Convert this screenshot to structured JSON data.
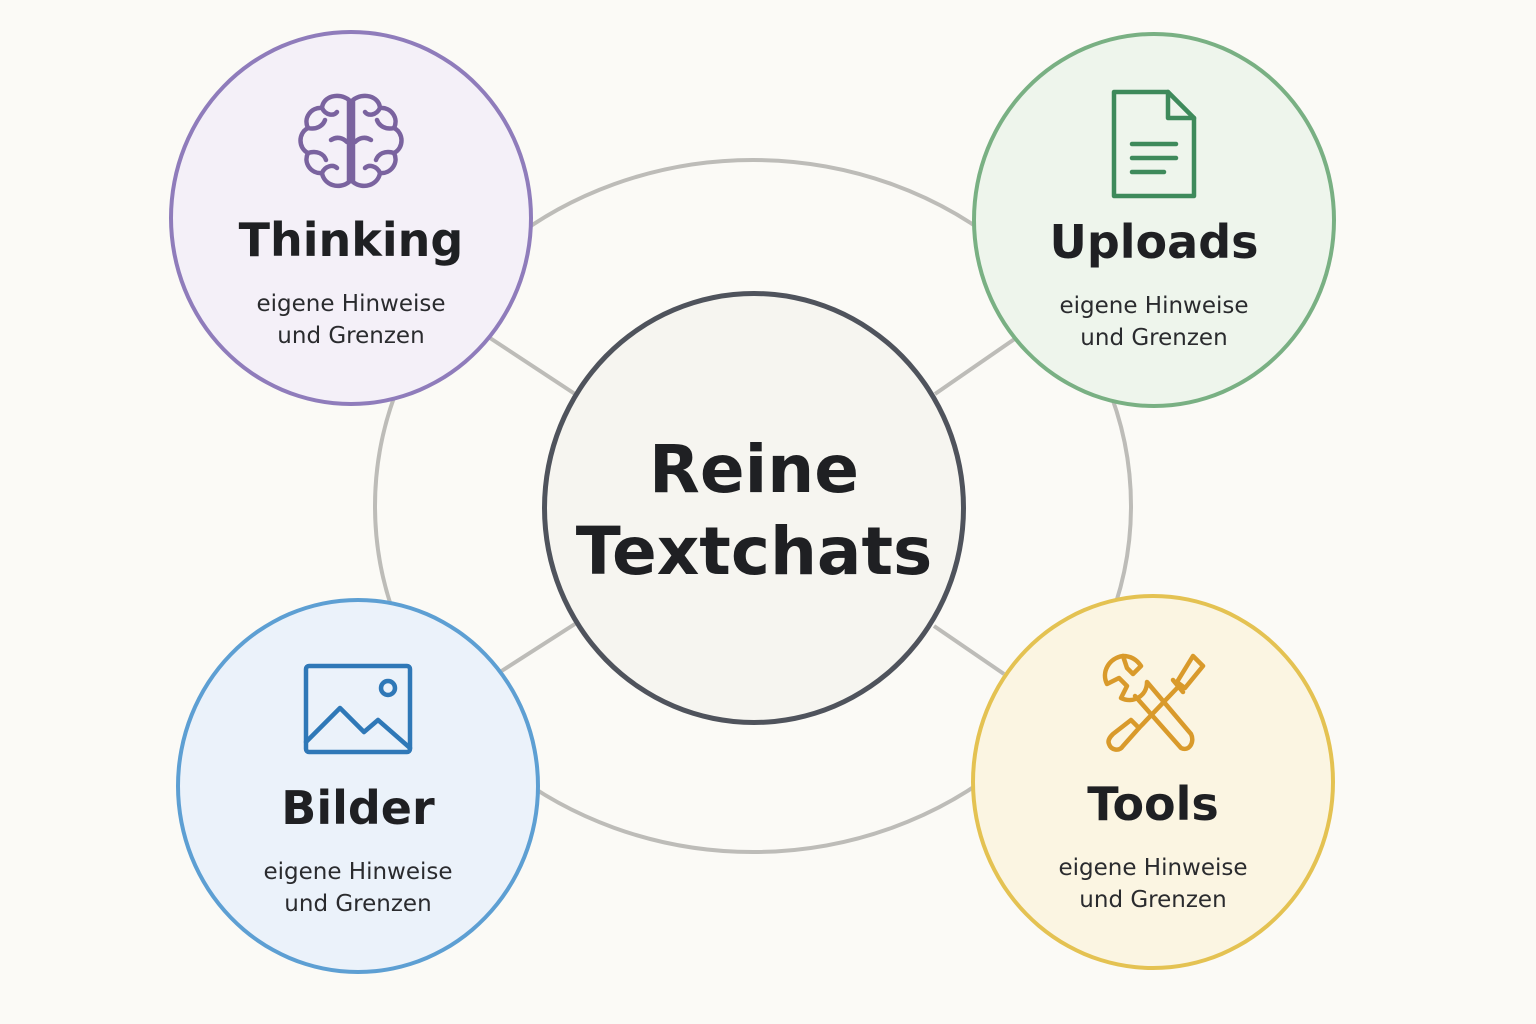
{
  "center": {
    "title_line1": "Reine",
    "title_line2": "Textchats",
    "border_color": "#4f535c"
  },
  "nodes": [
    {
      "key": "thinking",
      "title": "Thinking",
      "subtitle_line1": "eigene Hinweise",
      "subtitle_line2": "und Grenzen",
      "icon": "brain-icon",
      "accent": "#8f7cbb",
      "icon_color": "#7a639f"
    },
    {
      "key": "uploads",
      "title": "Uploads",
      "subtitle_line1": "eigene Hinweise",
      "subtitle_line2": "und Grenzen",
      "icon": "document-icon",
      "accent": "#79b083",
      "icon_color": "#3e8a5b"
    },
    {
      "key": "bilder",
      "title": "Bilder",
      "subtitle_line1": "eigene Hinweise",
      "subtitle_line2": "und Grenzen",
      "icon": "image-icon",
      "accent": "#5d9fd3",
      "icon_color": "#2f78b7"
    },
    {
      "key": "tools",
      "title": "Tools",
      "subtitle_line1": "eigene Hinweise",
      "subtitle_line2": "und Grenzen",
      "icon": "wrench-screwdriver-icon",
      "accent": "#e4c252",
      "icon_color": "#d99a2b"
    }
  ],
  "connector_color": "#bdbcb8"
}
